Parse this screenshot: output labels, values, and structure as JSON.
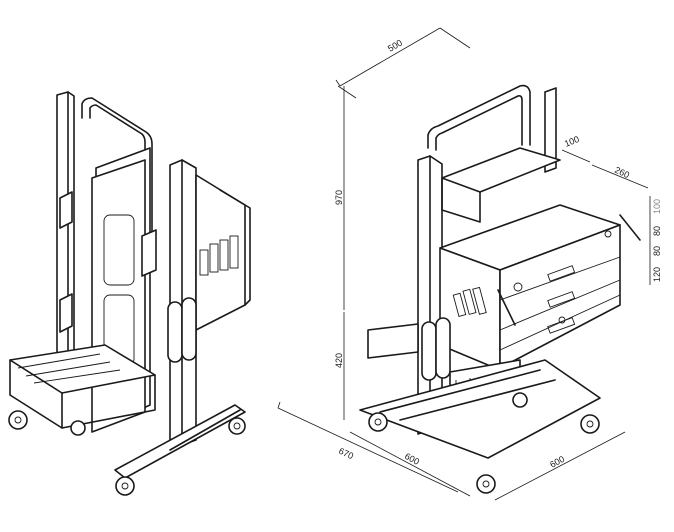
{
  "drawing": {
    "dimensions": {
      "width_top": "500",
      "height_total": "970",
      "height_lower": "420",
      "base_diag": "670",
      "base_front": "600",
      "base_side": "600",
      "drawer_depth": "100",
      "drawer_width": "260",
      "stack_top": "100",
      "stack_mid": "80",
      "stack_low": "80",
      "stack_bottom": "120"
    }
  }
}
